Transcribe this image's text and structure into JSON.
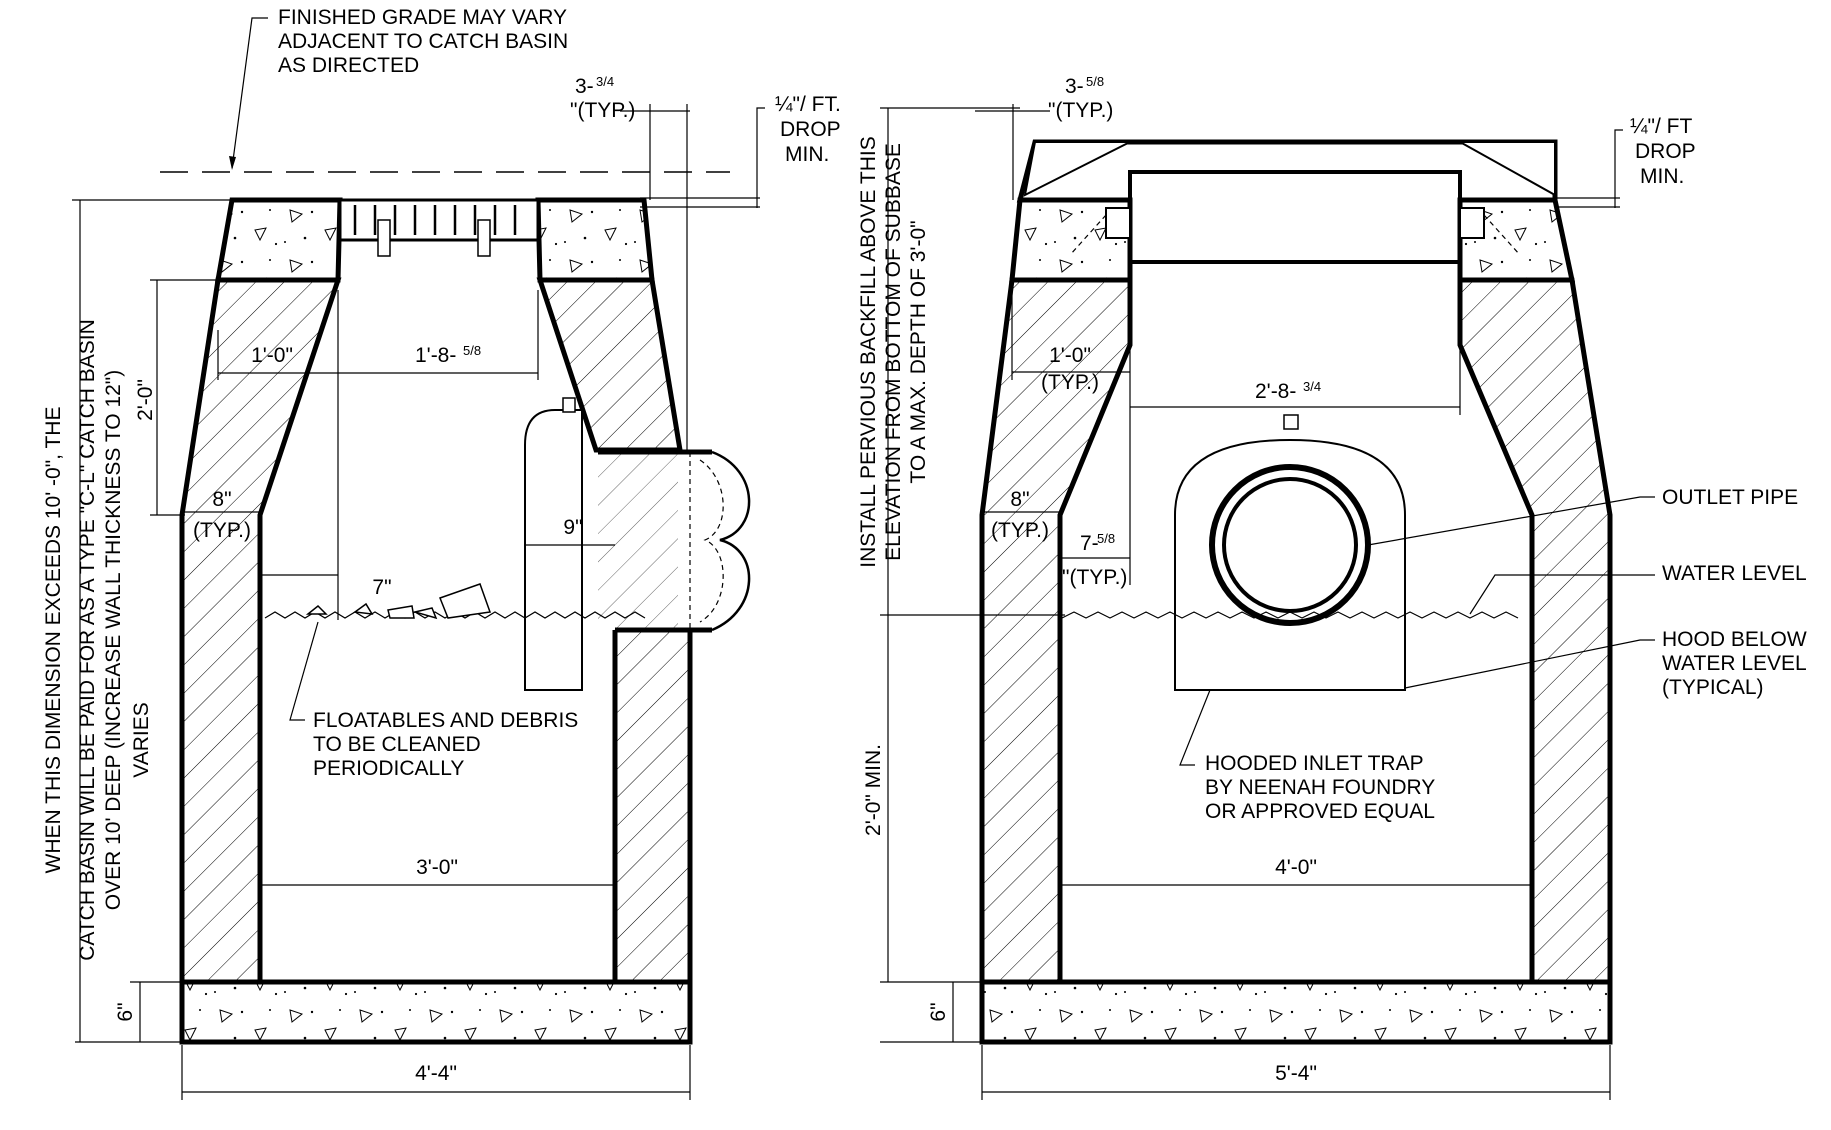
{
  "left_view": {
    "note_grade": [
      "FINISHED GRADE MAY VARY",
      "ADJACENT TO CATCH BASIN",
      "AS DIRECTED"
    ],
    "dim_top_offset": "3-",
    "dim_top_offset_frac": "3/4",
    "dim_top_offset_typ": "\"(TYP.)",
    "drop_note": [
      "¼\"/ FT.",
      "DROP",
      "MIN."
    ],
    "dim_wall_top": "1'-0\"",
    "dim_opening": "1'-8-",
    "dim_opening_frac": "5/8",
    "dim_cone_height": "2'-0\"",
    "dim_wall": "8\"",
    "dim_wall_typ": "(TYP.)",
    "dim_hood": "9\"",
    "dim_sump_offset": "7\"",
    "debris_note": [
      "FLOATABLES AND DEBRIS",
      "TO BE CLEANED",
      "PERIODICALLY"
    ],
    "dim_inside_width": "3'-0\"",
    "dim_slab": "6\"",
    "dim_outside_width": "4'-4\"",
    "depth_note": [
      "WHEN THIS DIMENSION EXCEEDS 10' -0\", THE",
      "CATCH BASIN WILL BE PAID FOR AS A TYPE \"C-L\" CATCH BASIN",
      "OVER 10' DEEP (INCREASE WALL THICKNESS TO 12\")",
      "VARIES"
    ]
  },
  "right_view": {
    "dim_top_offset": "3-",
    "dim_top_offset_frac": "5/8",
    "dim_top_offset_typ": "\"(TYP.)",
    "drop_note": [
      "¼\"/ FT",
      "DROP",
      "MIN."
    ],
    "backfill_note": [
      "INSTALL PERVIOUS BACKFILL ABOVE THIS",
      "ELEVATION FROM BOTTOM OF SUBBASE",
      "TO A MAX. DEPTH OF 3'-0\""
    ],
    "dim_wall_top": "1'-0\"",
    "dim_wall_top_typ": "(TYP.)",
    "dim_opening": "2'-8-",
    "dim_opening_frac": "3/4",
    "dim_wall": "8\"",
    "dim_wall_typ": "(TYP.)",
    "dim_inner": "7-",
    "dim_inner_frac": "5/8",
    "dim_inner_typ": "\"(TYP.)",
    "label_outlet": "OUTLET PIPE",
    "label_water": "WATER LEVEL",
    "label_hood": [
      "HOOD BELOW",
      "WATER LEVEL",
      "(TYPICAL)"
    ],
    "trap_note": [
      "HOODED INLET TRAP",
      "BY NEENAH FOUNDRY",
      "OR APPROVED EQUAL"
    ],
    "dim_depth_min": "2'-0\" MIN.",
    "dim_inside_width": "4'-0\"",
    "dim_slab": "6\"",
    "dim_outside_width": "5'-4\""
  }
}
